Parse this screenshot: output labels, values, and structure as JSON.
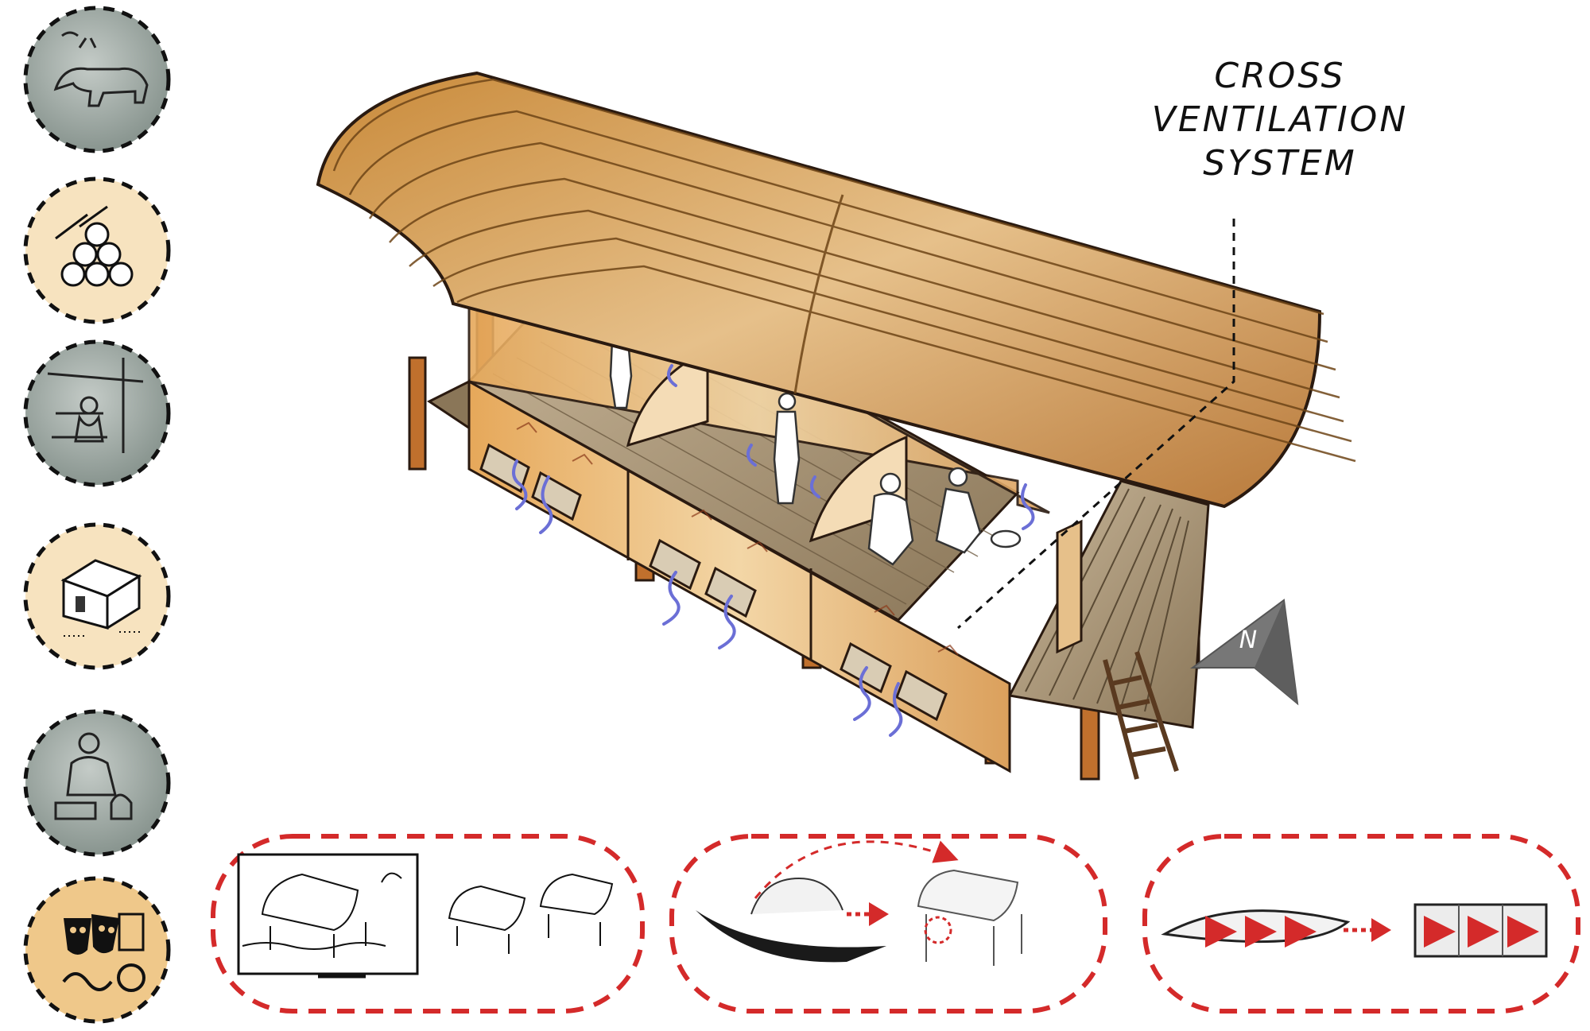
{
  "annotation": {
    "lines": [
      "CROSS",
      "VENTILATION",
      "SYSTEM"
    ]
  },
  "north_arrow": {
    "letter": "N"
  },
  "colors": {
    "dashed_frame": "#d42a2a",
    "circle_grey": "#9aa59f",
    "circle_beige": "#f7e3bf",
    "circle_tan": "#efc88a",
    "roof": "#d9a85a",
    "wall": "#e9b56e",
    "airflow": "#6b6fd6"
  },
  "side_icons": [
    {
      "name": "livestock-icon",
      "fill": "grey"
    },
    {
      "name": "logs-icon",
      "fill": "beige"
    },
    {
      "name": "domestic-life-icon",
      "fill": "grey"
    },
    {
      "name": "house-icon",
      "fill": "beige"
    },
    {
      "name": "craft-work-icon",
      "fill": "grey"
    },
    {
      "name": "culture-icon",
      "fill": "tan"
    }
  ]
}
